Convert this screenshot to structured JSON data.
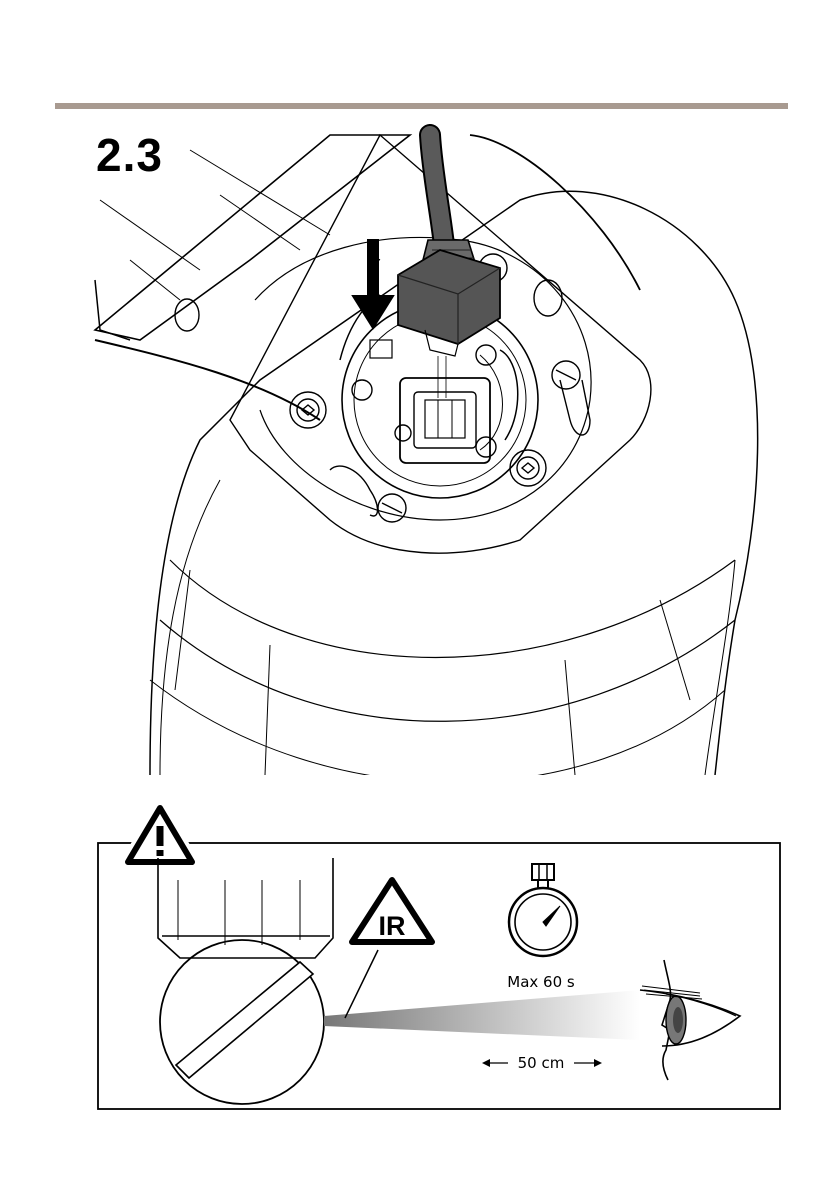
{
  "step": {
    "number": "2.3"
  },
  "warning": {
    "ir_label": "IR",
    "time_label": "Max 60 s",
    "distance_label": "50 cm",
    "icons": [
      "warning-triangle-icon",
      "ir-triangle-icon",
      "stopwatch-icon",
      "eye-icon",
      "arrow-down-icon"
    ]
  },
  "colors": {
    "rule": "#a89a90",
    "connector": "#555555",
    "arrow": "#000000"
  }
}
